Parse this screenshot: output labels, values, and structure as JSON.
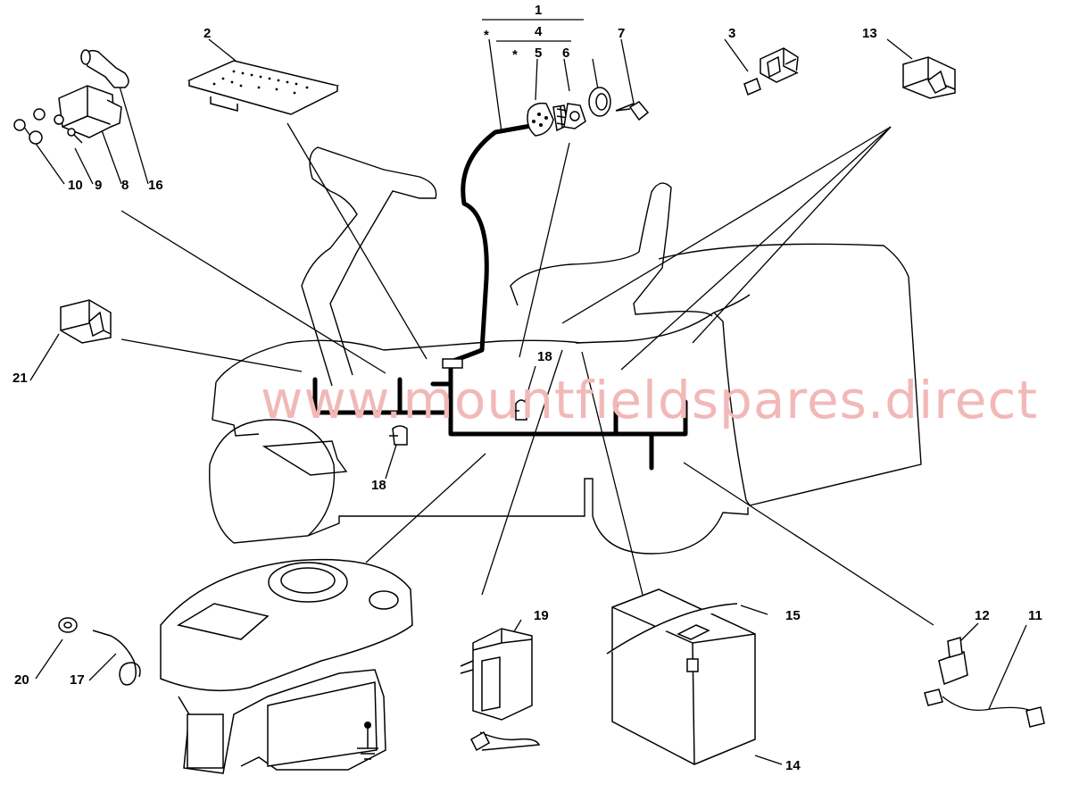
{
  "watermark": "www.mountfieldspares.direct",
  "part_labels": {
    "p1": "1",
    "p2": "2",
    "p3": "3",
    "p4": "4",
    "p5": "5",
    "p6": "6",
    "p7": "7",
    "p8": "8",
    "p9": "9",
    "p10": "10",
    "p11": "11",
    "p12": "12",
    "p13": "13",
    "p14": "14",
    "p15": "15",
    "p16": "16",
    "p17": "17",
    "p18a": "18",
    "p18b": "18",
    "p19": "19",
    "p20": "20",
    "p21": "21",
    "star1": "*",
    "star2": "*"
  },
  "colors": {
    "line": "#000000",
    "watermark": "#f2b8b8",
    "background": "#ffffff"
  }
}
